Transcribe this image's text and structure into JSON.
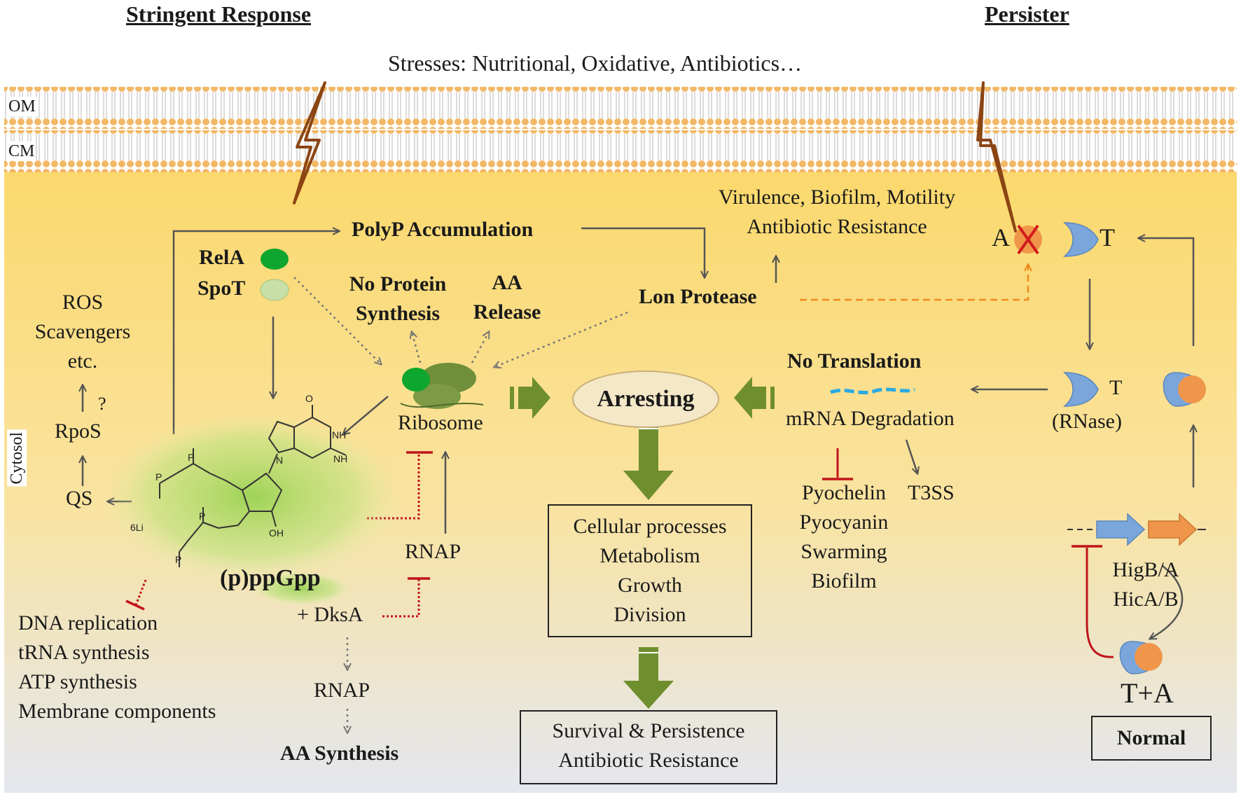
{
  "headings": {
    "left": "Stringent Response",
    "right": "Persister"
  },
  "stresses": "Stresses:  Nutritional, Oxidative, Antibiotics…",
  "membranes": {
    "outer": "OM",
    "cytoplasmic": "CM",
    "cytosol": "Cytosol"
  },
  "enzymes": {
    "rela": "RelA",
    "spot": "SpoT"
  },
  "polyp": "PolyP Accumulation",
  "ros": [
    "ROS",
    "Scavengers",
    "etc."
  ],
  "rpos": "RpoS",
  "question_mark": "?",
  "qs": "QS",
  "ppgpp": "(p)ppGpp",
  "ppgpp_structure_text": {
    "cation": "6Li",
    "nh": "NH",
    "nh2": "NH",
    "n": "N",
    "oh": "OH",
    "o": "O",
    "p": "P"
  },
  "inhibited_processes": [
    "DNA replication",
    "tRNA synthesis",
    "ATP synthesis",
    "Membrane components"
  ],
  "no_protein_synthesis": [
    "No Protein",
    "Synthesis"
  ],
  "aa_release": [
    "AA",
    "Release"
  ],
  "ribosome": "Ribosome",
  "rnap_top": "RNAP",
  "dksa": "+ DksA",
  "rnap_bottom": "RNAP",
  "aa_synthesis": "AA Synthesis",
  "lon_protease": "Lon Protease",
  "virulence": [
    "Virulence, Biofilm, Motility",
    "Antibiotic  Resistance"
  ],
  "arresting": "Arresting",
  "cellular_box": [
    "Cellular processes",
    "Metabolism",
    "Growth",
    "Division"
  ],
  "survival_box": [
    "Survival  & Persistence",
    "Antibiotic  Resistance"
  ],
  "no_translation": "No Translation",
  "mrna_degradation": "mRNA Degradation",
  "pyochelin_list": [
    "Pyochelin",
    "Pyocyanin",
    "Swarming",
    "Biofilm"
  ],
  "t3ss": "T3SS",
  "toxin_antitoxin": {
    "a_label": "A",
    "t_label": "T",
    "t_rnase_t": "T",
    "rnase": "(RNase)"
  },
  "genes": [
    "HigB/A",
    "HicA/B"
  ],
  "t_plus_a": "T+A",
  "normal": "Normal",
  "colors": {
    "cytosol_top": "#fbd96a",
    "cytosol_bottom": "#e6e8f0",
    "membrane": "#f2b866",
    "lightning": "#8b4513",
    "green_arrow": "#6f8f2e",
    "inhibit_red": "#c0141b",
    "dashed_orange": "#f08a1e",
    "toxin_blue": "#7aa6dc",
    "antitoxin_orange": "#f0964a",
    "rela_green": "#0ea62e",
    "spot_green": "#c8e0a8"
  }
}
